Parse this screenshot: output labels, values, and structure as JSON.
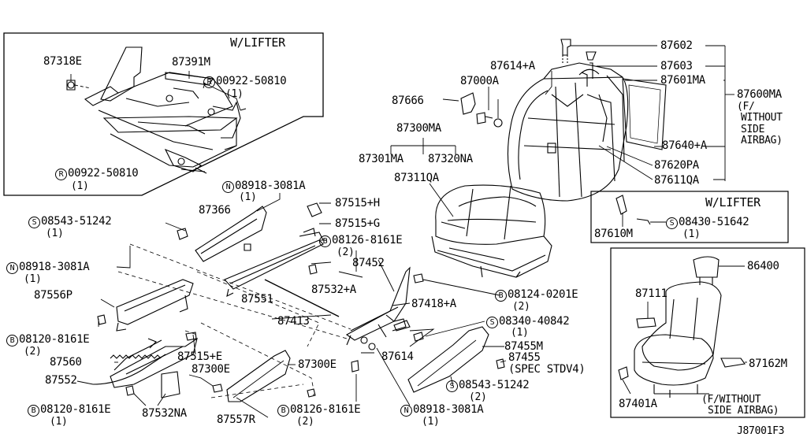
{
  "diagram": {
    "code": "J87001F3",
    "lifter_box_title": "W/LIFTER",
    "lifter_box2_title": "W/LIFTER",
    "labels": {
      "l87318E": "87318E",
      "l87391M": "87391M",
      "l00922_top_sym": "R",
      "l00922_top": "00922-50810",
      "l00922_top_qty": "(1)",
      "l00922_bot_sym": "R",
      "l00922_bot": "00922-50810",
      "l00922_bot_qty": "(1)",
      "l87602": "87602",
      "l87603": "87603",
      "l87614A": "87614+A",
      "l87000A": "87000A",
      "l87601MA": "87601MA",
      "l87666": "87666",
      "l87600MA": "87600MA",
      "l87600MA_note1": "(F/",
      "l87600MA_note2": "WITHOUT",
      "l87600MA_note3": "SIDE",
      "l87600MA_note4": "AIRBAG)",
      "l87300MA": "87300MA",
      "l87301MA": "87301MA",
      "l87320NA": "87320NA",
      "l87311QA": "87311QA",
      "l87640A": "87640+A",
      "l87620PA": "87620PA",
      "l87611QA": "87611QA",
      "l08918_a_sym": "N",
      "l08918_a": "08918-3081A",
      "l08918_a_qty": "(1)",
      "l87515H": "87515+H",
      "l87515G": "87515+G",
      "l08543_a_sym": "S",
      "l08543_a": "08543-51242",
      "l08543_a_qty": "(1)",
      "l87366": "87366",
      "l08126_a_sym": "B",
      "l08126_a": "08126-8161E",
      "l08126_a_qty": "(2)",
      "l87452": "87452",
      "l87610M": "87610M",
      "l08430_sym": "S",
      "l08430": "08430-51642",
      "l08430_qty": "(1)",
      "l08918_b_sym": "N",
      "l08918_b": "08918-3081A",
      "l08918_b_qty": "(1)",
      "l87556P": "87556P",
      "l87551": "87551",
      "l87532A": "87532+A",
      "l08124_sym": "B",
      "l08124": "08124-0201E",
      "l08124_qty": "(2)",
      "l86400": "86400",
      "l87111": "87111",
      "l87418A": "87418+A",
      "l08120_a_sym": "B",
      "l08120_a": "08120-8161E",
      "l08120_a_qty": "(2)",
      "l87413": "87413",
      "l08340_sym": "S",
      "l08340": "08340-40842",
      "l08340_qty": "(1)",
      "l87455M": "87455M",
      "l87455": "87455",
      "l87455_note": "(SPEC STDV4)",
      "l87560": "87560",
      "l87515E": "87515+E",
      "l87300E_a": "87300E",
      "l87300E_b": "87300E",
      "l87614": "87614",
      "l87162M": "87162M",
      "l87552": "87552",
      "l08543_b_sym": "S",
      "l08543_b": "08543-51242",
      "l08543_b_qty": "(2)",
      "l87401A": "87401A",
      "l08120_b_sym": "B",
      "l08120_b": "08120-8161E",
      "l08120_b_qty": "(1)",
      "l87532NA": "87532NA",
      "l87557R": "87557R",
      "l08126_b_sym": "B",
      "l08126_b": "08126-8161E",
      "l08126_b_qty": "(2)",
      "l08918_c_sym": "N",
      "l08918_c": "08918-3081A",
      "l08918_c_qty": "(1)",
      "lnote_bottom1": "(F/WITHOUT",
      "lnote_bottom2": "SIDE AIRBAG)"
    }
  }
}
